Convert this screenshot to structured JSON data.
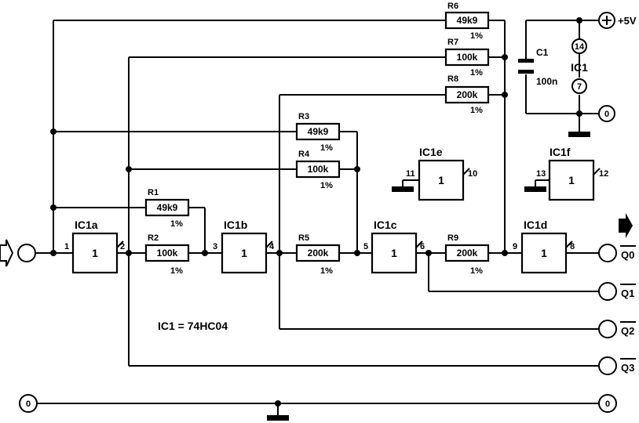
{
  "supply": {
    "label": "+5V",
    "ground_symbol": "0"
  },
  "ic": {
    "designation": "IC1",
    "part_note": "IC1 = 74HC04",
    "vcc_pin": "14",
    "gnd_pin": "7"
  },
  "capacitor": {
    "ref": "C1",
    "value": "100n"
  },
  "gates": [
    {
      "ref": "IC1a",
      "symbol": "1",
      "in_pin": "1",
      "out_pin": "2"
    },
    {
      "ref": "IC1b",
      "symbol": "1",
      "in_pin": "3",
      "out_pin": "4"
    },
    {
      "ref": "IC1c",
      "symbol": "1",
      "in_pin": "5",
      "out_pin": "6"
    },
    {
      "ref": "IC1d",
      "symbol": "1",
      "in_pin": "9",
      "out_pin": "8"
    },
    {
      "ref": "IC1e",
      "symbol": "1",
      "in_pin": "11",
      "out_pin": "10"
    },
    {
      "ref": "IC1f",
      "symbol": "1",
      "in_pin": "13",
      "out_pin": "12"
    }
  ],
  "resistors": [
    {
      "ref": "R1",
      "value": "49k9",
      "tol": "1%"
    },
    {
      "ref": "R2",
      "value": "100k",
      "tol": "1%"
    },
    {
      "ref": "R3",
      "value": "49k9",
      "tol": "1%"
    },
    {
      "ref": "R4",
      "value": "100k",
      "tol": "1%"
    },
    {
      "ref": "R5",
      "value": "200k",
      "tol": "1%"
    },
    {
      "ref": "R6",
      "value": "49k9",
      "tol": "1%"
    },
    {
      "ref": "R7",
      "value": "100k",
      "tol": "1%"
    },
    {
      "ref": "R8",
      "value": "200k",
      "tol": "1%"
    },
    {
      "ref": "R9",
      "value": "200k",
      "tol": "1%"
    }
  ],
  "outputs": [
    {
      "label": "Q0"
    },
    {
      "label": "Q1"
    },
    {
      "label": "Q2"
    },
    {
      "label": "Q3"
    }
  ],
  "ground_terminals": {
    "left": "0",
    "right": "0"
  }
}
